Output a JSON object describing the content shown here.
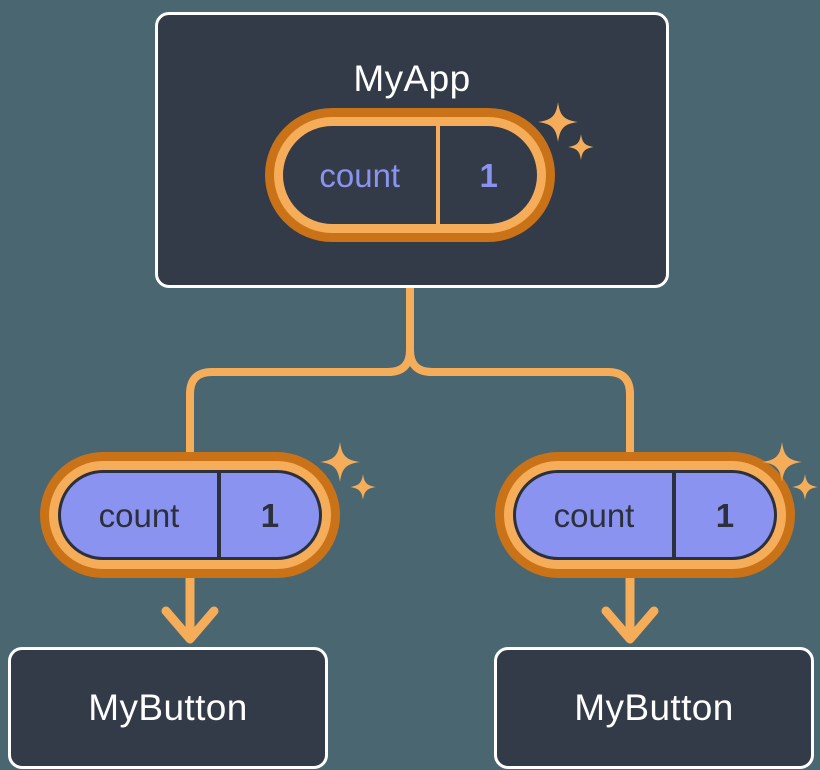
{
  "diagram": {
    "title_text": "MyApp",
    "background_color": "#4a6670",
    "box_fill": "#333a48",
    "box_border": "#ffffff",
    "ring_outer_color": "#c97218",
    "ring_inner_color": "#f5ad5a",
    "state_fill_color": "#8a93ef",
    "connector_color": "#f5ad5a",
    "accent_text_color": "#8a93ef",
    "dark_text_color": "#2b303c"
  },
  "root": {
    "label": "MyApp",
    "state": {
      "key": "count",
      "value": "1"
    },
    "sparkle_name": "sparkle-icon"
  },
  "children": [
    {
      "consumer": {
        "state": {
          "key": "count",
          "value": "1"
        },
        "sparkle_name": "sparkle-icon"
      },
      "component": {
        "label": "MyButton"
      }
    },
    {
      "consumer": {
        "state": {
          "key": "count",
          "value": "1"
        },
        "sparkle_name": "sparkle-icon"
      },
      "component": {
        "label": "MyButton"
      }
    }
  ]
}
